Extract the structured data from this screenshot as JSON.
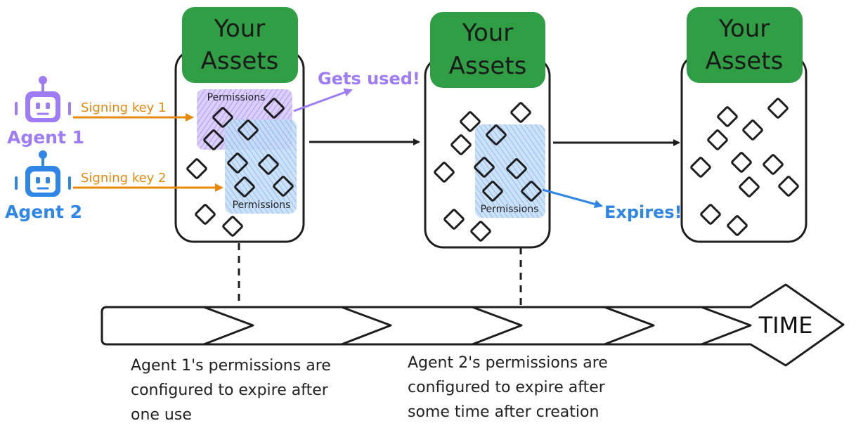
{
  "columns": [
    {
      "header_line1": "Your",
      "header_line2": "Assets"
    },
    {
      "header_line1": "Your",
      "header_line2": "Assets"
    },
    {
      "header_line1": "Your",
      "header_line2": "Assets"
    }
  ],
  "permissions_label": "Permissions",
  "agents": [
    {
      "name": "Agent 1",
      "key_label": "Signing key 1",
      "color": "#9d7cf5"
    },
    {
      "name": "Agent 2",
      "key_label": "Signing key 2",
      "color": "#2f86e6"
    }
  ],
  "callouts": {
    "used": "Gets used!",
    "expires": "Expires!"
  },
  "timeline": {
    "label": "TIME"
  },
  "captions": {
    "agent1": [
      "Agent 1's permissions are",
      "configured to expire after",
      "one use"
    ],
    "agent2": [
      "Agent 2's permissions are",
      "configured to expire after",
      "some time after creation"
    ]
  },
  "colors": {
    "header_fill": "#2f9e44",
    "key_arrow": "#e8890c",
    "outline": "#1e1e1e",
    "perm1_fill": "#c9b8f7",
    "perm2_fill": "#a9cdf5"
  }
}
